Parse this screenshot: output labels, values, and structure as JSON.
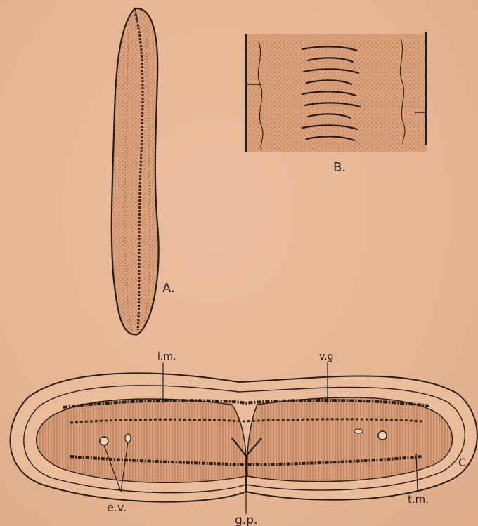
{
  "figures": {
    "A": {
      "label": "A."
    },
    "B": {
      "label": "B."
    },
    "C": {
      "label": "C."
    }
  },
  "annotations": {
    "lm": "l.m.",
    "vg": "v.g",
    "ev": "e.v.",
    "gp": "g.p.",
    "tm": "t.m."
  },
  "colors": {
    "paper": "#e8b898",
    "ink": "#2a1d18",
    "tissue": "#d9a07a"
  }
}
